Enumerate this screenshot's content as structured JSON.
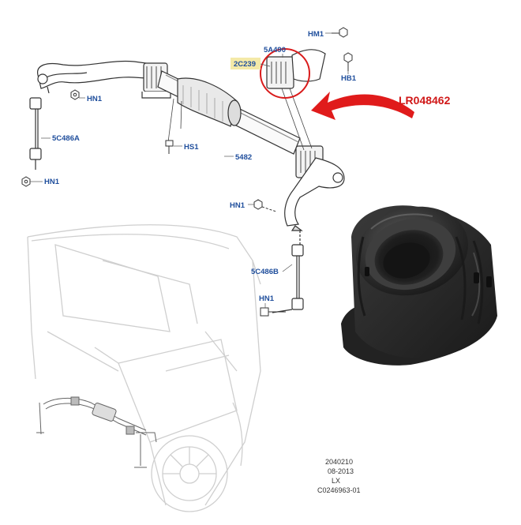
{
  "diagram": {
    "callouts": {
      "hm1": "HM1",
      "c5a490": "5A490",
      "c2c239": "2C239",
      "hb1": "HB1",
      "hn1_left": "HN1",
      "c5c486a": "5C486A",
      "hn1_left_bottom": "HN1",
      "hs1": "HS1",
      "c5482": "5482",
      "hn1_mid": "HN1",
      "c5c486b": "5C486B",
      "hn1_right": "HN1"
    },
    "part_number": "LR048462",
    "reference": {
      "line1": "2040210",
      "line2": "08-2013",
      "line3": "LX",
      "line4": "C0246963-01"
    }
  },
  "colors": {
    "callout_text": "#1f4e9c",
    "highlight": "#f4e9a8",
    "arrow": "#e01b1b",
    "part_number": "#d01818",
    "line_art": "#333333",
    "ghost_art": "#c8c8c8"
  }
}
